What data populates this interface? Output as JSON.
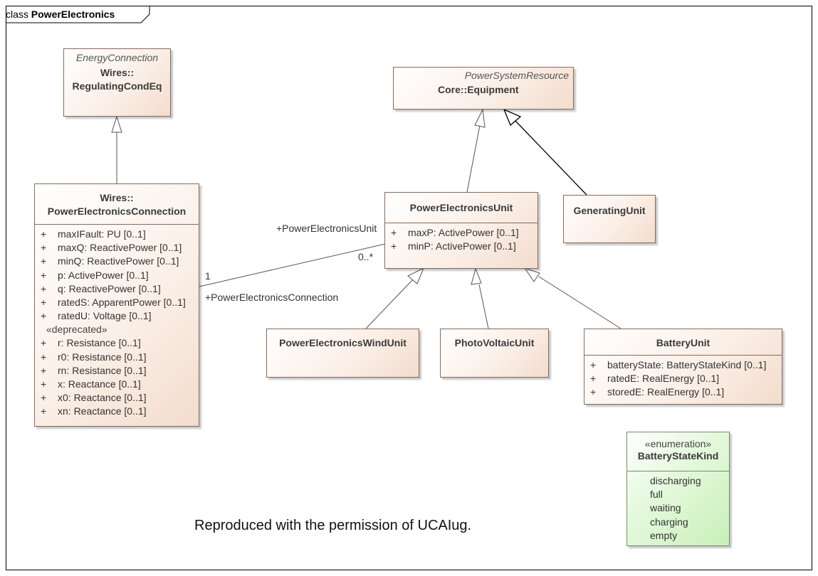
{
  "frame": {
    "keyword": "class",
    "name": "PowerElectronics"
  },
  "classes": {
    "regulating": {
      "stereotype": "EnergyConnection",
      "name_line1": "Wires::",
      "name_line2": "RegulatingCondEq"
    },
    "equipment": {
      "stereotype": "PowerSystemResource",
      "name": "Core::Equipment"
    },
    "pec": {
      "name_line1": "Wires::",
      "name_line2": "PowerElectronicsConnection",
      "attributes": [
        {
          "vis": "+",
          "text": "maxIFault: PU [0..1]"
        },
        {
          "vis": "+",
          "text": "maxQ: ReactivePower [0..1]"
        },
        {
          "vis": "+",
          "text": "minQ: ReactivePower [0..1]"
        },
        {
          "vis": "+",
          "text": "p: ActivePower [0..1]"
        },
        {
          "vis": "+",
          "text": "q: ReactivePower [0..1]"
        },
        {
          "vis": "+",
          "text": "ratedS: ApparentPower [0..1]"
        },
        {
          "vis": "+",
          "text": "ratedU: Voltage [0..1]"
        }
      ],
      "deprecated_label": "«deprecated»",
      "deprecated_attributes": [
        {
          "vis": "+",
          "text": "r: Resistance [0..1]"
        },
        {
          "vis": "+",
          "text": "r0: Resistance [0..1]"
        },
        {
          "vis": "+",
          "text": "rn: Resistance [0..1]"
        },
        {
          "vis": "+",
          "text": "x: Reactance [0..1]"
        },
        {
          "vis": "+",
          "text": "x0: Reactance [0..1]"
        },
        {
          "vis": "+",
          "text": "xn: Reactance [0..1]"
        }
      ]
    },
    "peu": {
      "name": "PowerElectronicsUnit",
      "attributes": [
        {
          "vis": "+",
          "text": "maxP: ActivePower [0..1]"
        },
        {
          "vis": "+",
          "text": "minP: ActivePower [0..1]"
        }
      ]
    },
    "generating": {
      "name": "GeneratingUnit"
    },
    "wind": {
      "name": "PowerElectronicsWindUnit"
    },
    "pv": {
      "name": "PhotoVoltaicUnit"
    },
    "battery": {
      "name": "BatteryUnit",
      "attributes": [
        {
          "vis": "+",
          "text": "batteryState: BatteryStateKind [0..1]"
        },
        {
          "vis": "+",
          "text": "ratedE: RealEnergy [0..1]"
        },
        {
          "vis": "+",
          "text": "storedE: RealEnergy [0..1]"
        }
      ]
    },
    "battery_state_kind": {
      "stereotype": "«enumeration»",
      "name": "BatteryStateKind",
      "literals": [
        "discharging",
        "full",
        "waiting",
        "charging",
        "empty"
      ]
    }
  },
  "association": {
    "role_unit": "+PowerElectronicsUnit",
    "mult_unit": "0..*",
    "mult_connection": "1",
    "role_connection": "+PowerElectronicsConnection"
  },
  "caption": "Reproduced with the permission of UCAIug."
}
